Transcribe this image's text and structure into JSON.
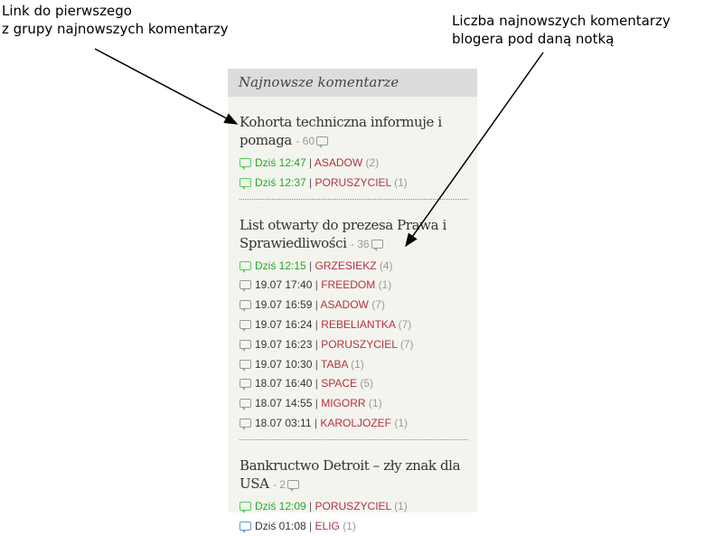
{
  "annotations": {
    "left": [
      "Link do pierwszego",
      "z grupy najnowszych komentarzy"
    ],
    "right": [
      "Liczba najnowszych komentarzy",
      "blogera pod daną notką"
    ]
  },
  "panel": {
    "header": "Najnowsze komentarze",
    "groups": [
      {
        "title": "Kohorta techniczna informuje i pomaga",
        "count": "- 60",
        "entries": [
          {
            "time": "Dziś 12:47",
            "user": "ASADOW",
            "num": "(2)",
            "style": "today"
          },
          {
            "time": "Dziś 12:37",
            "user": "PORUSZYCIEL",
            "num": "(1)",
            "style": "today"
          }
        ]
      },
      {
        "title": "List otwarty do prezesa Prawa i Sprawiedliwości",
        "count": "- 36",
        "entries": [
          {
            "time": "Dziś 12:15",
            "user": "GRZESIEKZ",
            "num": "(4)",
            "style": "today"
          },
          {
            "time": "19.07 17:40",
            "user": "FREEDOM",
            "num": "(1)",
            "style": ""
          },
          {
            "time": "19.07 16:59",
            "user": "ASADOW",
            "num": "(7)",
            "style": ""
          },
          {
            "time": "19.07 16:24",
            "user": "REBELIANTKA",
            "num": "(7)",
            "style": ""
          },
          {
            "time": "19.07 16:23",
            "user": "PORUSZYCIEL",
            "num": "(7)",
            "style": ""
          },
          {
            "time": "19.07 10:30",
            "user": "TABA",
            "num": "(1)",
            "style": ""
          },
          {
            "time": "18.07 16:40",
            "user": "SPACE",
            "num": "(5)",
            "style": ""
          },
          {
            "time": "18.07 14:55",
            "user": "MIGORR",
            "num": "(1)",
            "style": ""
          },
          {
            "time": "18.07 03:11",
            "user": "KAROLJOZEF",
            "num": "(1)",
            "style": ""
          }
        ]
      },
      {
        "title": "Bankructwo Detroit – zły znak dla USA",
        "count": "- 2",
        "entries": [
          {
            "time": "Dziś 12:09",
            "user": "PORUSZYCIEL",
            "num": "(1)",
            "style": "today"
          },
          {
            "time": "Dziś 01:08",
            "user": "ELIG",
            "num": "(1)",
            "style": "blue"
          }
        ]
      }
    ]
  }
}
